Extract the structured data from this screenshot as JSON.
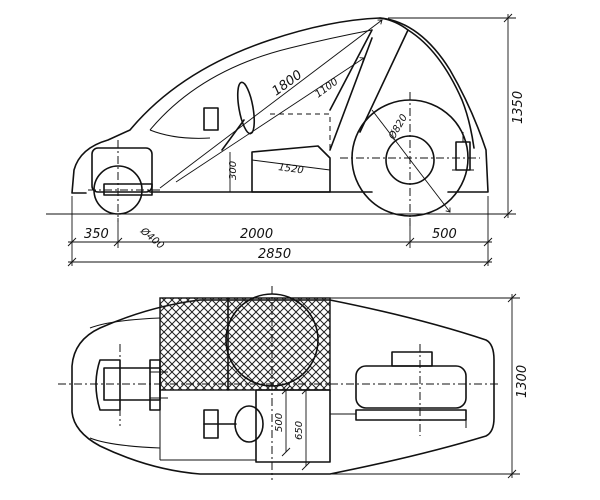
{
  "side_view": {
    "dimensions": {
      "front_overhang": "350",
      "wheelbase": "2000",
      "rear_overhang": "500",
      "overall_length": "2850",
      "overall_height": "1350",
      "front_wheel_diameter": "Ø400",
      "rear_wheel_diameter": "Ø820",
      "seat_to_roof": "1800",
      "seat_back": "1100",
      "seat_height": "300",
      "seat_length": "1520"
    }
  },
  "top_view": {
    "dimensions": {
      "overall_width": "1300",
      "seat_width_inner": "500",
      "seat_width_outer": "650"
    }
  }
}
